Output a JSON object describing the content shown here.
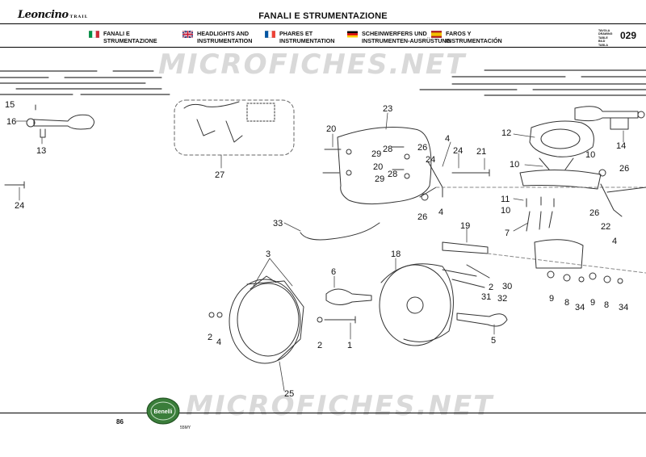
{
  "header": {
    "logo_text": "Leoncino",
    "logo_sub": "TRAIL",
    "title": "FANALI E STRUMENTAZIONE",
    "languages": [
      {
        "flag": "it-flag",
        "line1": "FANALI E",
        "line2": "STRUMENTAZIONE"
      },
      {
        "flag": "uk-flag",
        "line1": "HEADLIGHTS AND",
        "line2": "INSTRUMENTATION"
      },
      {
        "flag": "fr-flag",
        "line1": "PHARES ET",
        "line2": "INSTRUMENTATION"
      },
      {
        "flag": "de-flag",
        "line1": "SCHEINWERFERS UND",
        "line2": "INSTRUMENTEN-AUSRÜSTUNG"
      },
      {
        "flag": "es-flag",
        "line1": "FAROS Y",
        "line2": "INSTRUMENTACIÓN"
      }
    ],
    "table_words": [
      "TAVOLA",
      "DRAWING",
      "TABLE",
      "BILD",
      "TABLA"
    ],
    "table_number": "029"
  },
  "watermark": "MICROFICHES.NET",
  "footer": {
    "page_number": "86",
    "brand_badge": "Benelli",
    "code": "55MY"
  },
  "callouts": [
    "15",
    "16",
    "13",
    "24",
    "27",
    "23",
    "20",
    "28",
    "29",
    "20",
    "28",
    "29",
    "26",
    "24",
    "4",
    "24",
    "21",
    "26",
    "4",
    "12",
    "10",
    "10",
    "14",
    "26",
    "11",
    "10",
    "7",
    "26",
    "22",
    "4",
    "33",
    "19",
    "3",
    "6",
    "18",
    "2",
    "30",
    "31",
    "32",
    "9",
    "8",
    "34",
    "9",
    "8",
    "34",
    "2",
    "4",
    "2",
    "1",
    "5",
    "25"
  ],
  "colors": {
    "line": "#333333",
    "dashed": "#666666",
    "watermark": "#d9d9d9",
    "flag_it": [
      "#009246",
      "#ffffff",
      "#ce2b37"
    ],
    "flag_fr": [
      "#0055a4",
      "#ffffff",
      "#ef4135"
    ],
    "flag_de": [
      "#000000",
      "#dd0000",
      "#ffce00"
    ],
    "flag_es": [
      "#aa151b",
      "#f1bf00",
      "#aa151b"
    ]
  }
}
